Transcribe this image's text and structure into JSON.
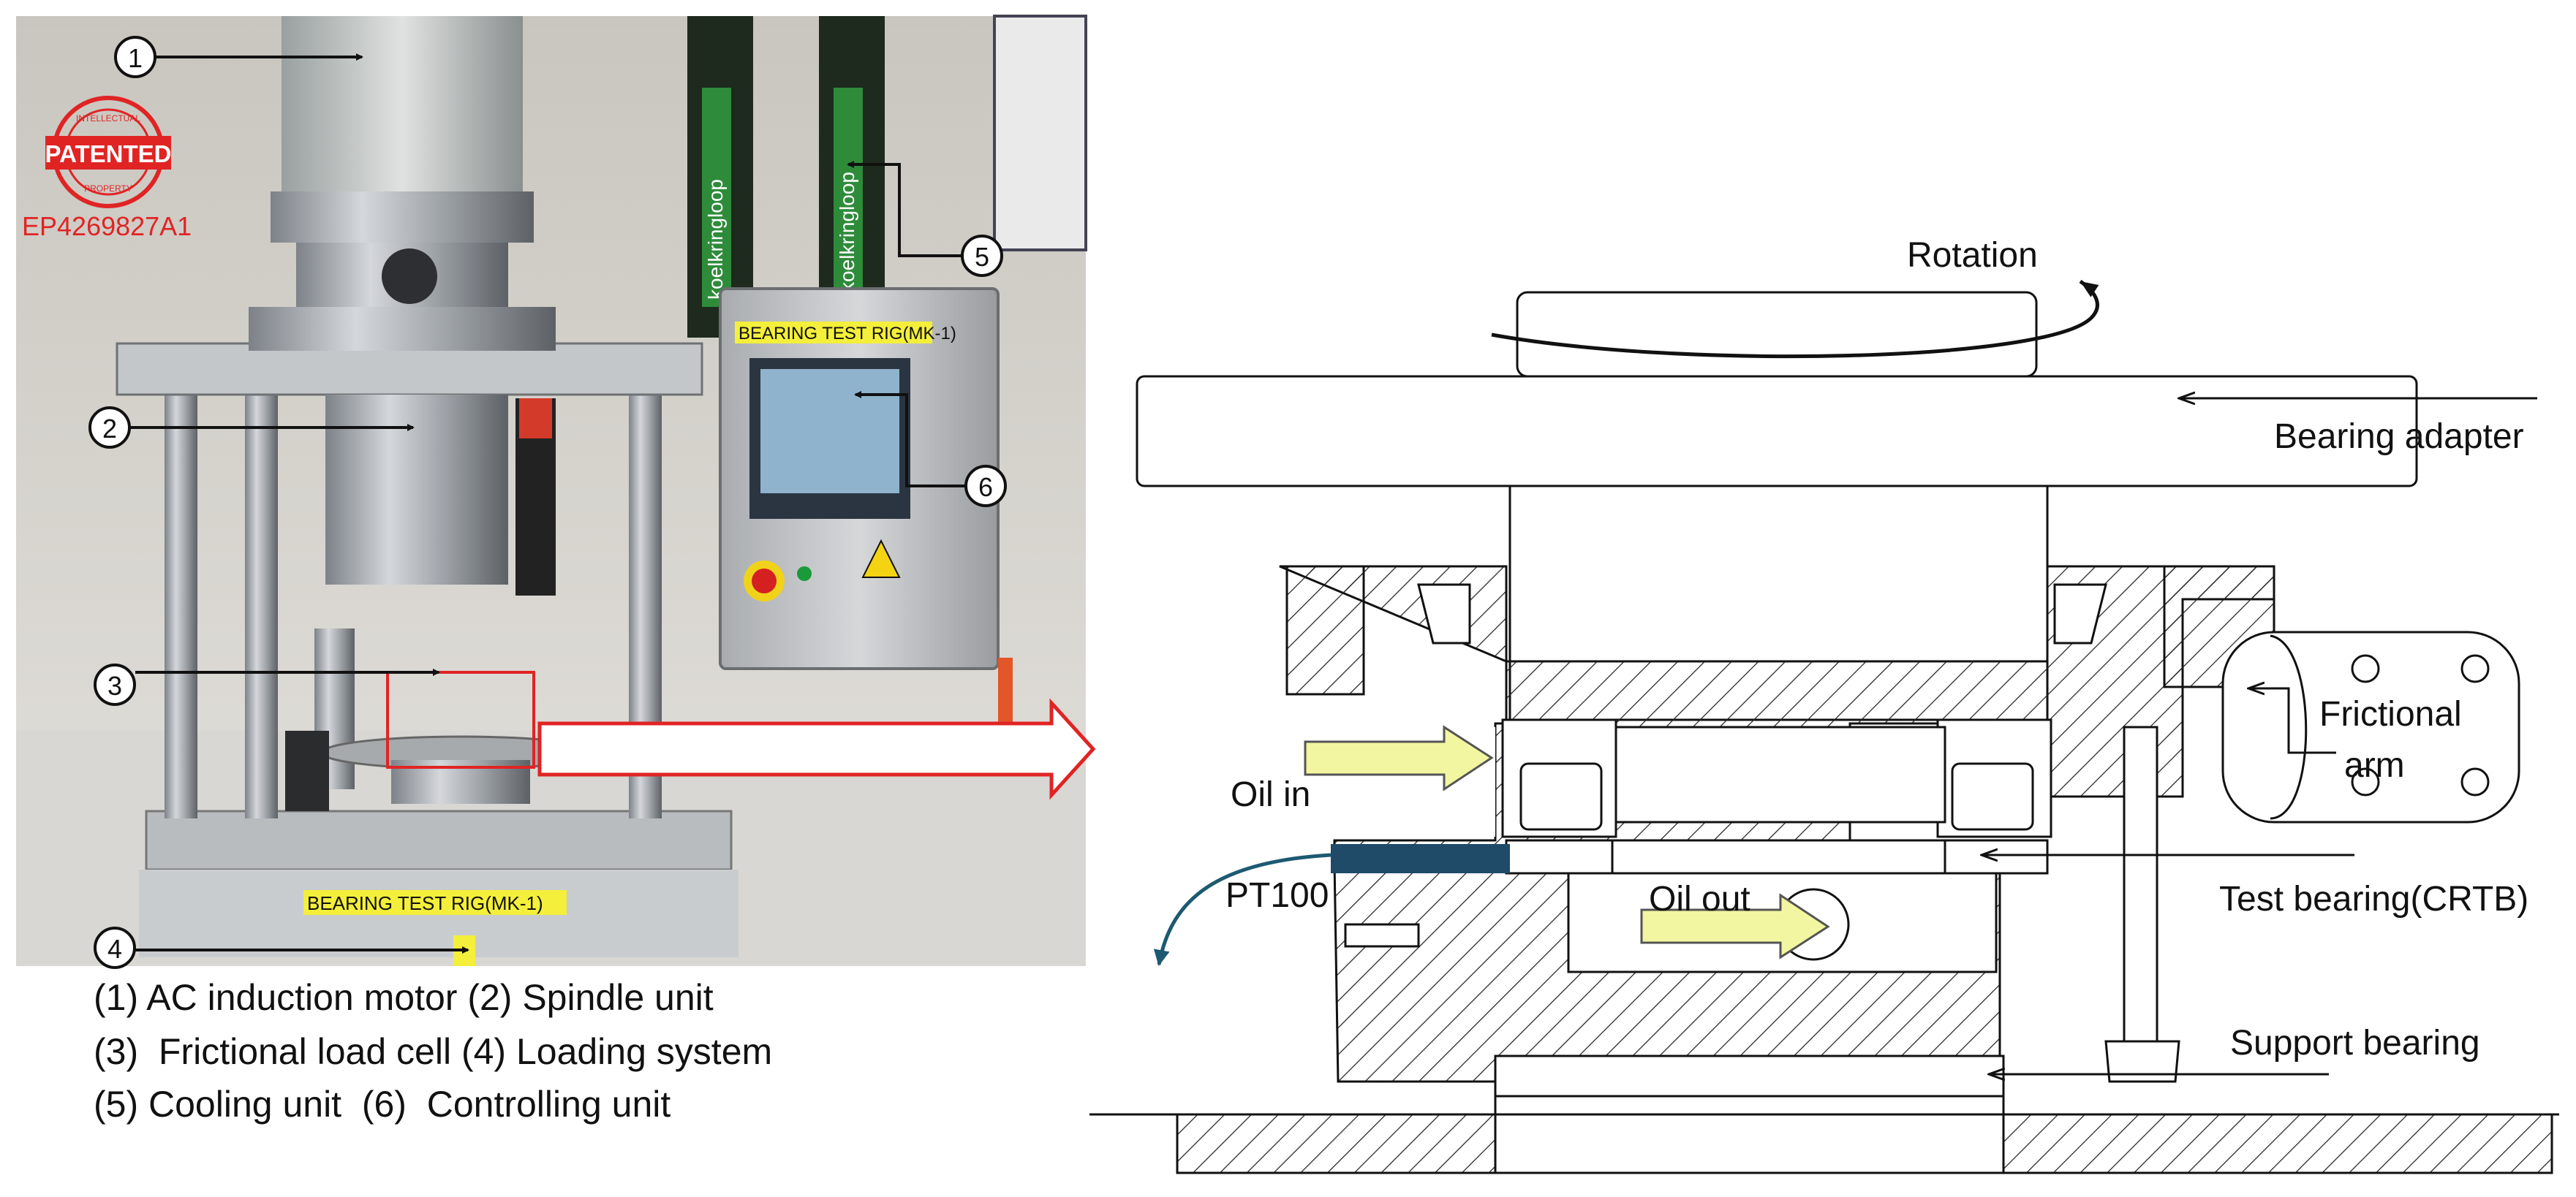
{
  "photo": {
    "callouts": [
      "1",
      "2",
      "3",
      "4",
      "5",
      "6"
    ],
    "stamp": {
      "top_text": "INTELLECTUAL",
      "main_text": "PATENTED",
      "bottom_text": "PROPERTY",
      "color": "#e02424"
    },
    "patent_number": "EP4269827A1",
    "rig_label_front": "BEARING TEST RIG(MK-1)",
    "rig_label_panel": "BEARING TEST RIG(MK-1)",
    "hose_label": "koelkringloop",
    "caption_lines": [
      "(1) AC induction motor (2) Spindle unit",
      "(3)  Frictional load cell (4) Loading system",
      "(5) Cooling unit  (6)  Controlling unit"
    ]
  },
  "schematic": {
    "labels": {
      "rotation": "Rotation",
      "bearing_adapter": "Bearing adapter",
      "frictional_arm_1": "Frictional",
      "frictional_arm_2": "arm",
      "oil_in": "Oil in",
      "oil_out": "Oil out",
      "pt100": "PT100",
      "test_bearing": "Test bearing(CRTB)",
      "support_bearing": "Support bearing"
    },
    "colors": {
      "arrow_fill": "#f3f6a0",
      "sensor": "#1f4a68",
      "highlight": "#e02424"
    }
  }
}
